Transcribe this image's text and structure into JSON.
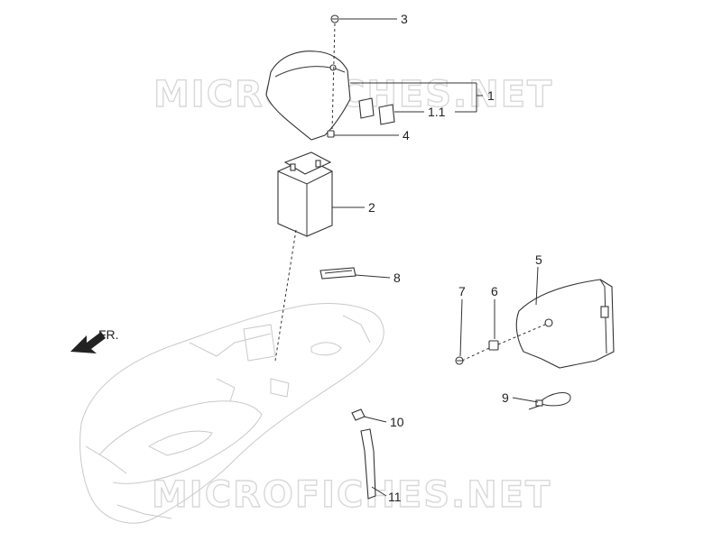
{
  "watermark": "MICROFICHES.NET",
  "direction_label": "FR.",
  "callouts": {
    "c1": "1",
    "c1_1": "1.1",
    "c2": "2",
    "c3": "3",
    "c4": "4",
    "c5": "5",
    "c6": "6",
    "c7": "7",
    "c8": "8",
    "c9": "9",
    "c10": "10",
    "c11": "11"
  },
  "colors": {
    "line": "#333333",
    "ghost": "#c9c9c9",
    "watermark": "#d8d8d8"
  }
}
